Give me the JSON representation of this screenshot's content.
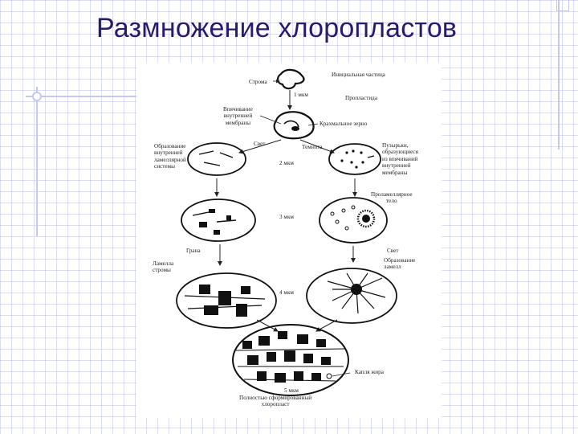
{
  "title": "Размножение хлоропластов",
  "labels": {
    "initial_particle": "Инициальная частица",
    "stroma": "Строма",
    "um1": "1 мкм",
    "proplastid": "Пропластида",
    "invagination": "Впячивание\nвнутренней\nмембраны",
    "starch": "Крахмальное зерно",
    "lamellar_system": "Образование\nвнутренней\nламеллярной\nсистемы",
    "light1": "Свет",
    "darkness": "Темнота",
    "vesicles": "Пузырьки,\nобразующиеся\nиз впячиваний\nвнутренней\nмембраны",
    "um2": "2 мкм",
    "prolamellar_body": "Проламеллярное\nтело",
    "um3": "3 мкм",
    "grana": "Грана",
    "light2": "Свет",
    "lamellae_formation": "Образование\nламелл",
    "stroma_lamella": "Ламелла\nстромы",
    "um4": "4 мкм",
    "lipid_drop": "Капля жира",
    "um5": "5 мкм",
    "mature": "Полностью сформированный\nхлоропласт"
  }
}
